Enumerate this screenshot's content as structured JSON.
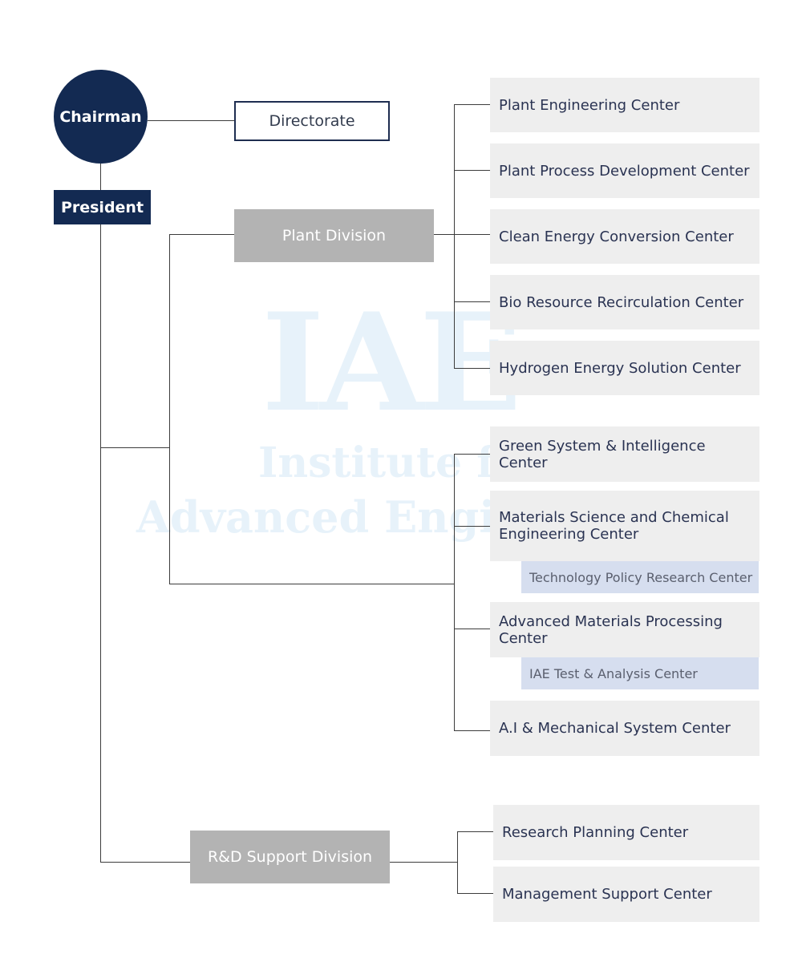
{
  "leadership": {
    "chairman": "Chairman",
    "president": "President",
    "directorate": "Directorate"
  },
  "watermark": {
    "logo": "IAE",
    "line1": "Institute for",
    "line2": "Advanced Engineering"
  },
  "divisions": {
    "plant": "Plant Division",
    "rnd_support": "R&D Support Division"
  },
  "plant_centers": [
    "Plant Engineering Center",
    "Plant Process Development Center",
    "Clean Energy Conversion Center",
    "Bio Resource Recirculation Center",
    "Hydrogen Energy Solution Center"
  ],
  "engineering_centers": [
    "Green System & Intelligence Center",
    "Materials Science and Chemical Engineering Center",
    "Advanced Materials Processing Center",
    "A.I & Mechanical System Center"
  ],
  "sub_centers": [
    "Technology Policy Research Center",
    "IAE Test & Analysis Center"
  ],
  "support_centers": [
    "Research Planning Center",
    "Management Support Center"
  ],
  "colors": {
    "navy": "#132a52",
    "division_gray": "#b3b3b3",
    "center_gray": "#eeeeee",
    "subcenter_blue": "#d6deef",
    "watermark": "#e7f2fa"
  }
}
